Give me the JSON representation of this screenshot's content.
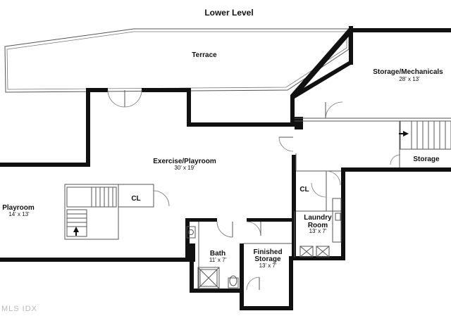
{
  "plan": {
    "title": "Lower Level",
    "watermark": "MLS IDX",
    "rooms": {
      "terrace": {
        "name": "Terrace"
      },
      "storage_mechanicals": {
        "name": "Storage/Mechanicals",
        "dims": "28' x 13'"
      },
      "exercise_playroom": {
        "name": "Exercise/Playroom",
        "dims": "30' x 19'"
      },
      "storage": {
        "name": "Storage"
      },
      "playroom": {
        "name": "Playroom",
        "dims": "14' x 13'"
      },
      "closet_left": {
        "name": "CL"
      },
      "closet_right": {
        "name": "CL"
      },
      "laundry": {
        "name_line1": "Laundry",
        "name_line2": "Room",
        "dims": "13' x 7'"
      },
      "bath": {
        "name": "Bath",
        "dims": "11' x 7'"
      },
      "finished_storage": {
        "name_line1": "Finished",
        "name_line2": "Storage",
        "dims": "13' x 7'"
      }
    }
  }
}
